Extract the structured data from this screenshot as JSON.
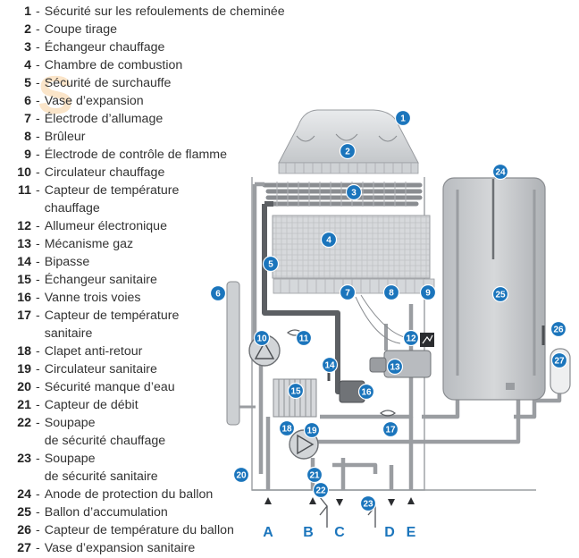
{
  "legend": [
    {
      "num": "1",
      "label": "Sécurité sur les refoulements de cheminée"
    },
    {
      "num": "2",
      "label": "Coupe tirage"
    },
    {
      "num": "3",
      "label": "Échangeur chauffage"
    },
    {
      "num": "4",
      "label": "Chambre de combustion"
    },
    {
      "num": "5",
      "label": "Sécurité de surchauffe"
    },
    {
      "num": "6",
      "label": "Vase d’expansion"
    },
    {
      "num": "7",
      "label": "Électrode d’allumage"
    },
    {
      "num": "8",
      "label": "Brûleur"
    },
    {
      "num": "9",
      "label": "Électrode de contrôle de flamme"
    },
    {
      "num": "10",
      "label": "Circulateur chauffage"
    },
    {
      "num": "11",
      "label": "Capteur de température",
      "label2": "chauffage"
    },
    {
      "num": "12",
      "label": "Allumeur électronique"
    },
    {
      "num": "13",
      "label": "Mécanisme gaz"
    },
    {
      "num": "14",
      "label": "Bipasse"
    },
    {
      "num": "15",
      "label": "Échangeur sanitaire"
    },
    {
      "num": "16",
      "label": "Vanne trois voies"
    },
    {
      "num": "17",
      "label": "Capteur de température",
      "label2": "sanitaire"
    },
    {
      "num": "18",
      "label": "Clapet anti-retour"
    },
    {
      "num": "19",
      "label": "Circulateur sanitaire"
    },
    {
      "num": "20",
      "label": "Sécurité manque d’eau"
    },
    {
      "num": "21",
      "label": "Capteur de débit"
    },
    {
      "num": "22",
      "label": "Soupape",
      "label2": "de sécurité chauffage"
    },
    {
      "num": "23",
      "label": "Soupape",
      "label2": "de sécurité sanitaire"
    },
    {
      "num": "24",
      "label": "Anode de protection du ballon"
    },
    {
      "num": "25",
      "label": "Ballon d’accumulation"
    },
    {
      "num": "26",
      "label": "Capteur de température du ballon"
    },
    {
      "num": "27",
      "label": "Vase d’expansion sanitaire"
    }
  ],
  "ports": [
    "A",
    "B",
    "C",
    "D",
    "E"
  ],
  "watermark": "S",
  "colors": {
    "accent": "#1b75bc",
    "pipe": "#8a8d91",
    "pipe_dark": "#5c5f63",
    "tank": "#c7cacd"
  }
}
